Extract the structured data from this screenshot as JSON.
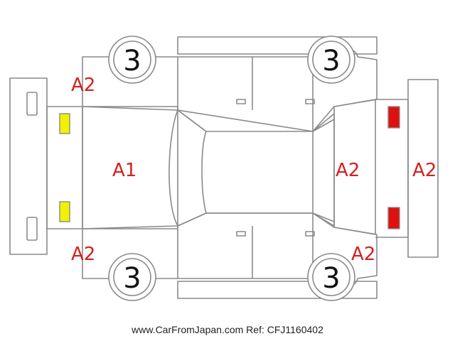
{
  "colors": {
    "outline": "#8a8a8a",
    "damage_text": "#d61f1f",
    "front_lamp_marker": "#f2f200",
    "rear_lamp_marker": "#e01010"
  },
  "wheels": {
    "front_left": "3",
    "rear_left": "3",
    "front_right": "3",
    "rear_right": "3"
  },
  "damage_labels": {
    "left_front_fender": "A2",
    "hood": "A1",
    "left_lower_front": "A2",
    "tailgate": "A2",
    "rear_bumper": "A2",
    "right_lower_rear": "A2"
  },
  "footer": {
    "watermark": "www.CarFromJapan.com Ref: CFJ1160402"
  }
}
